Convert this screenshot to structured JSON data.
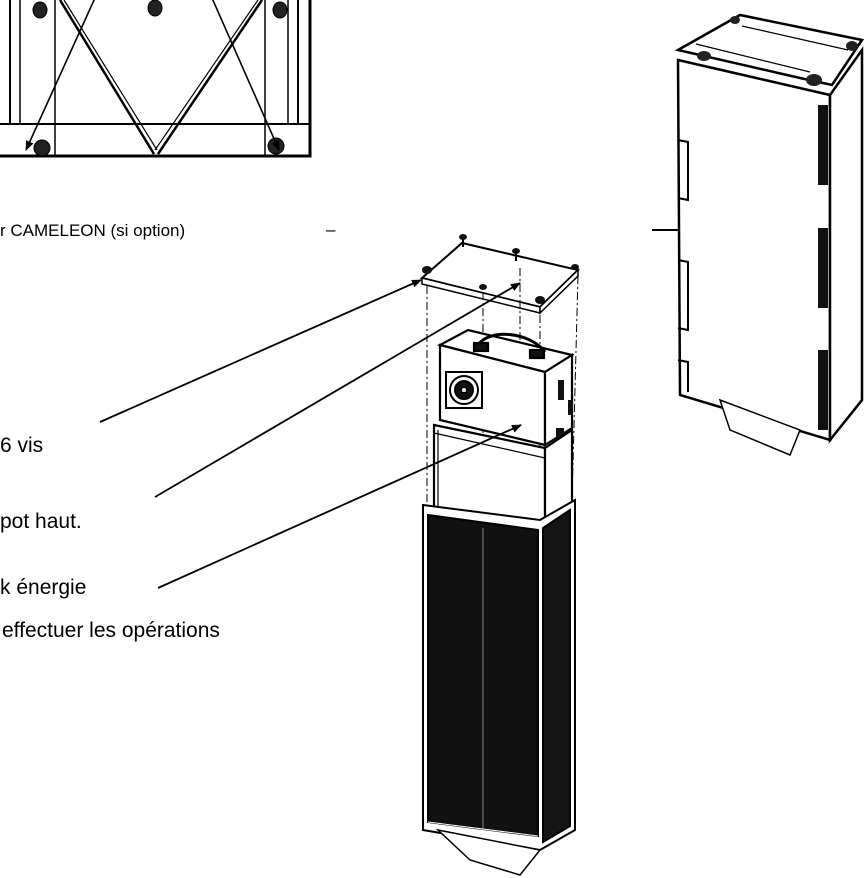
{
  "labels": {
    "cameleon": "r CAMELEON (si option)",
    "dash": "–",
    "screws": "6 vis",
    "hood": "pot haut.",
    "energy_line1": "k énergie",
    "energy_line2": "effectuer les opérations"
  },
  "colors": {
    "ink": "#000000",
    "paper": "#ffffff",
    "panel_dark": "#111111"
  }
}
